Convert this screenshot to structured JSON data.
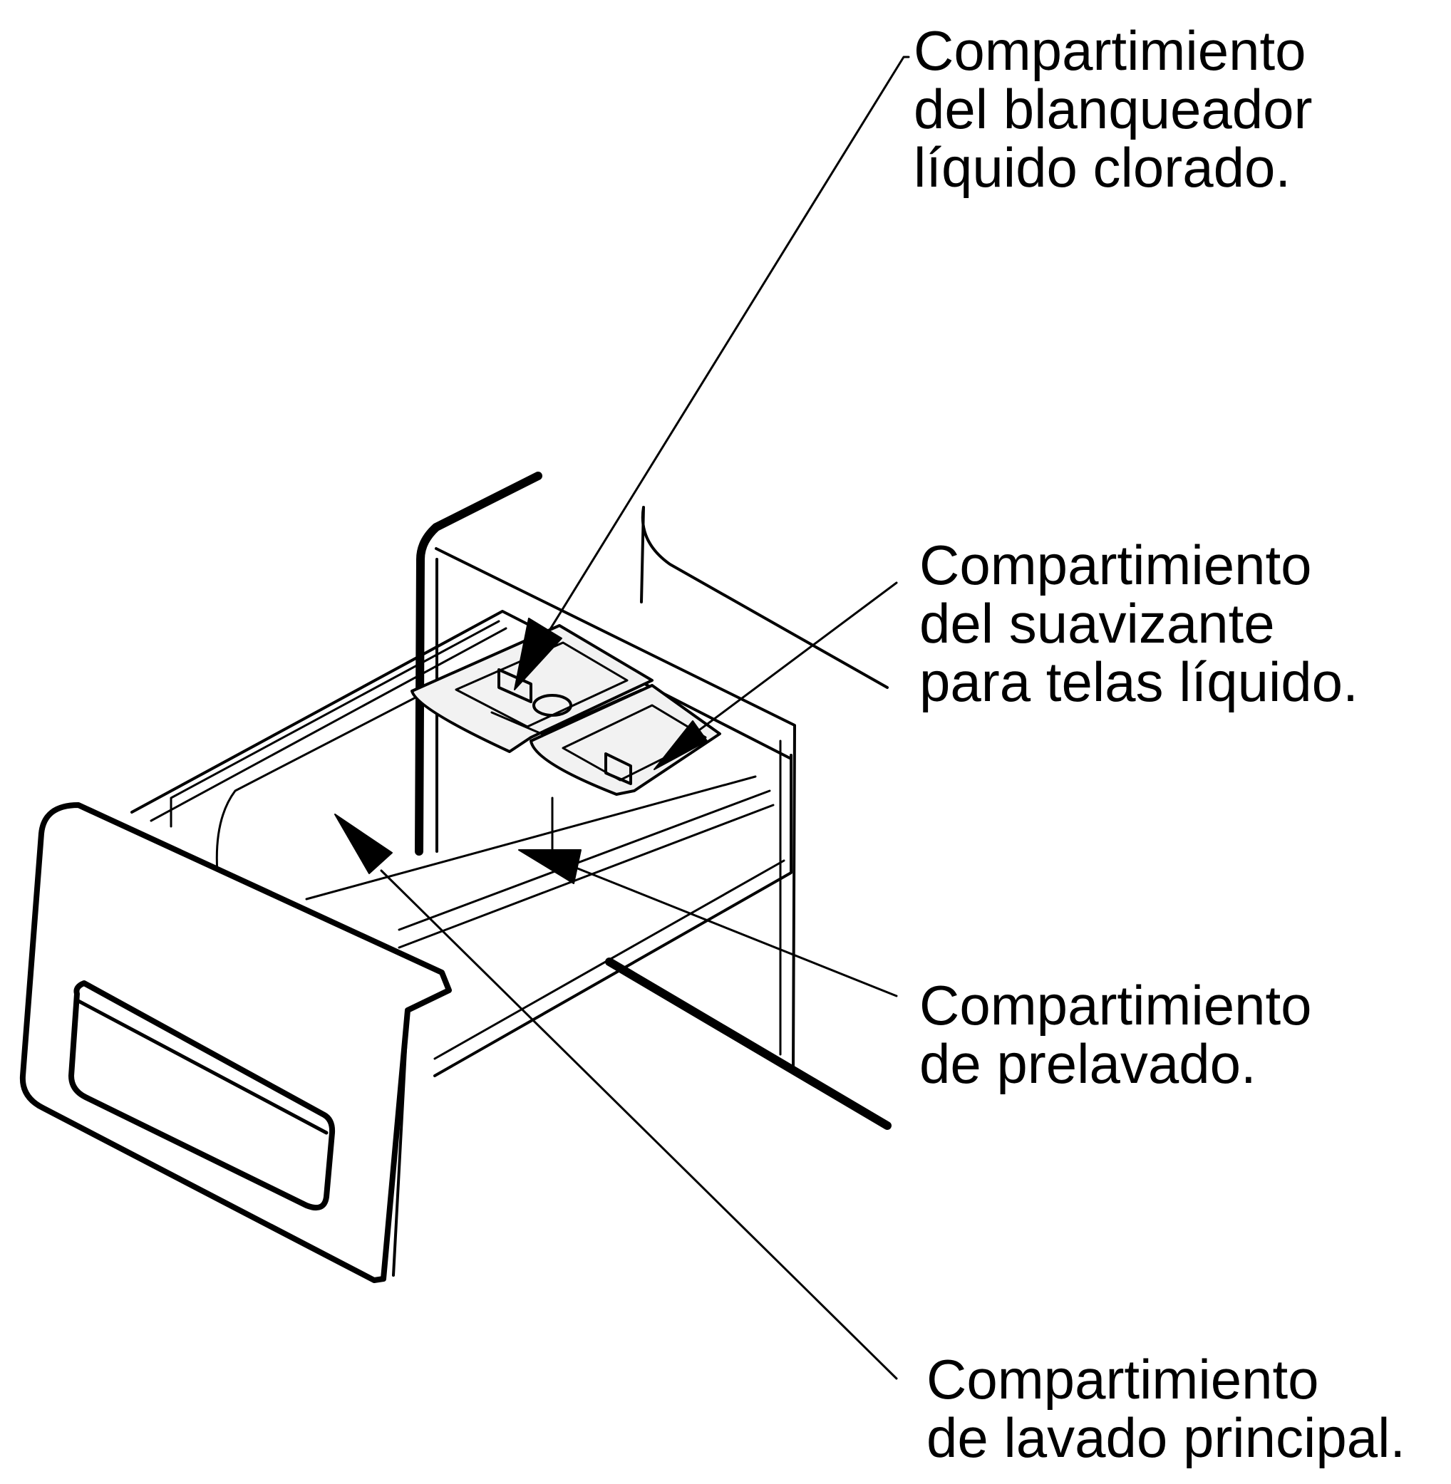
{
  "labels": {
    "bleach": {
      "lines": [
        "Compartimiento",
        "del blanqueador",
        "líquido clorado."
      ]
    },
    "softener": {
      "lines": [
        "Compartimiento",
        "del suavizante",
        "para telas líquido."
      ]
    },
    "prewash": {
      "lines": [
        "Compartimiento",
        "de prelavado."
      ]
    },
    "mainwash": {
      "lines": [
        "Compartimiento",
        "de lavado principal."
      ]
    }
  },
  "colors": {
    "ink": "#000000",
    "paper": "#ffffff",
    "fill": "#f2f2f2"
  }
}
